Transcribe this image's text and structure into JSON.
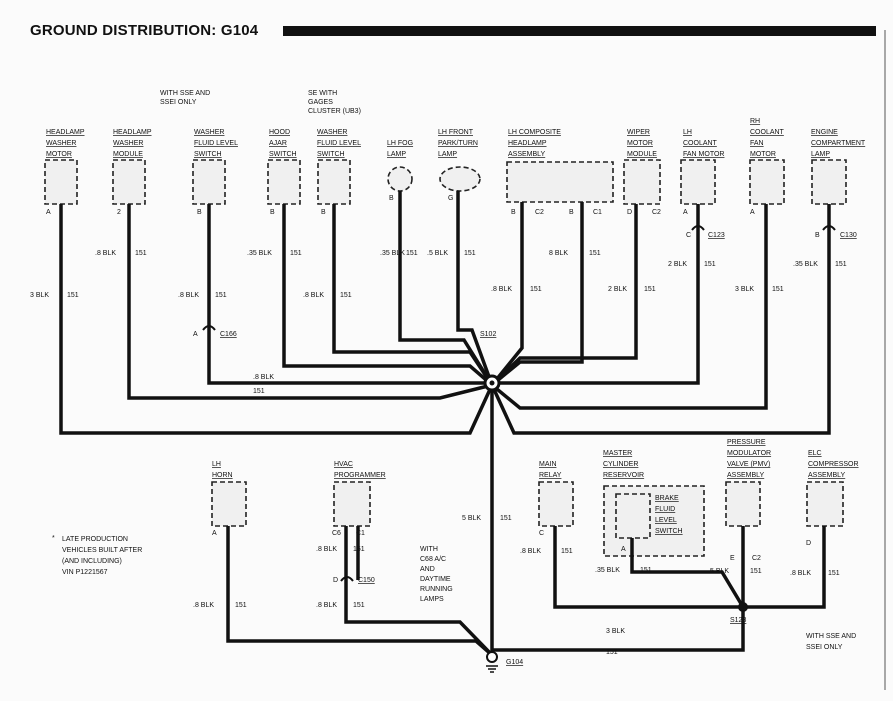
{
  "title": "GROUND DISTRIBUTION: G104",
  "notes": {
    "sse_ssei_only_top": [
      "WITH SSE AND",
      "SSEI ONLY"
    ],
    "se_with_gauges": [
      "SE WITH",
      "GAGES",
      "CLUSTER (UB3)"
    ],
    "late_production": [
      "LATE PRODUCTION",
      "VEHICLES BUILT AFTER",
      "(AND INCLUDING)",
      "VIN P1221567"
    ],
    "asterisk": "*",
    "with_c68": [
      "WITH",
      "C68 A/C",
      "AND",
      "DAYTIME",
      "RUNNING",
      "LAMPS"
    ],
    "sse_ssei_only_bottom": [
      "WITH SSE AND",
      "SSEI ONLY"
    ]
  },
  "components_top": [
    {
      "name": [
        "HEADLAMP",
        "WASHER",
        "MOTOR"
      ],
      "pin": "A",
      "wire_gauge": "3 BLK",
      "circuit": "151"
    },
    {
      "name": [
        "HEADLAMP",
        "WASHER",
        "MODULE"
      ],
      "pin": "2",
      "wire_gauge": ".8 BLK",
      "circuit": "151"
    },
    {
      "name": [
        "WASHER",
        "FLUID LEVEL",
        "SWITCH"
      ],
      "pin": "B",
      "wire_gauge": ".8 BLK",
      "circuit": "151",
      "connector": "C166",
      "connector_pin": "A"
    },
    {
      "name": [
        "HOOD",
        "AJAR",
        "SWITCH"
      ],
      "pin": "B",
      "wire_gauge": ".35 BLK",
      "circuit": "151"
    },
    {
      "name": [
        "WASHER",
        "FLUID LEVEL",
        "SWITCH"
      ],
      "pin": "B",
      "wire_gauge": ".8 BLK",
      "circuit": "151"
    },
    {
      "name": [
        "LH FOG",
        "LAMP"
      ],
      "pin": "B",
      "wire_gauge": ".35 BLK",
      "circuit": "151"
    },
    {
      "name": [
        "LH FRONT",
        "PARK/TURN",
        "LAMP"
      ],
      "pin": "G",
      "wire_gauge": ".5 BLK",
      "circuit": "151"
    },
    {
      "name": [
        "LH COMPOSITE",
        "HEADLAMP",
        "ASSEMBLY"
      ],
      "pins": [
        "B",
        "C2",
        "B",
        "C1"
      ],
      "wire_gauge": ".8 BLK",
      "circuit": "151",
      "wire_gauge2": "8 BLK",
      "circuit2": "151"
    },
    {
      "name": [
        "WIPER",
        "MOTOR",
        "MODULE"
      ],
      "pin": "D",
      "pin_conn": "C2",
      "wire_gauge": "2 BLK",
      "circuit": "151"
    },
    {
      "name": [
        "LH",
        "COOLANT",
        "FAN MOTOR"
      ],
      "pin": "A",
      "connector": "C123",
      "connector_pin": "C",
      "wire_gauge": "2 BLK",
      "circuit": "151"
    },
    {
      "name": [
        "RH",
        "COOLANT",
        "FAN",
        "MOTOR"
      ],
      "pin": "A",
      "wire_gauge": "3 BLK",
      "circuit": "151"
    },
    {
      "name": [
        "ENGINE",
        "COMPARTMENT",
        "LAMP"
      ],
      "connector": "C130",
      "connector_pin": "B",
      "wire_gauge": ".35 BLK",
      "circuit": "151"
    }
  ],
  "splice": {
    "name": "S102",
    "wire_gauge": ".8 BLK",
    "circuit": "151"
  },
  "trunk": {
    "wire_gauge": "5 BLK",
    "circuit": "151"
  },
  "components_bottom": [
    {
      "name": [
        "LH",
        "HORN"
      ],
      "pin": "A",
      "wire_gauge": ".8 BLK",
      "circuit": "151"
    },
    {
      "name": [
        "HVAC",
        "PROGRAMMER"
      ],
      "pins": [
        "C6",
        "C1"
      ],
      "wire_gauge": ".8 BLK",
      "circuit": "151",
      "connector": "C150",
      "connector_pin": "D",
      "wire_gauge2": ".8 BLK",
      "circuit2": "151"
    },
    {
      "name": [
        "MAIN",
        "RELAY"
      ],
      "pin": "C",
      "wire_gauge": ".8 BLK",
      "circuit": "151"
    },
    {
      "name": [
        "MASTER",
        "CYLINDER",
        "RESERVOIR"
      ],
      "inner": [
        "BRAKE",
        "FLUID",
        "LEVEL",
        "SWITCH"
      ],
      "pin": "A",
      "wire_gauge": ".35 BLK",
      "circuit": "151"
    },
    {
      "name": [
        "PRESSURE",
        "MODULATOR",
        "VALVE (PMV)",
        "ASSEMBLY"
      ],
      "pin": "E",
      "pin_conn": "C2",
      "wire_gauge": "5 BLK",
      "circuit": "151"
    },
    {
      "name": [
        "ELC",
        "COMPRESSOR",
        "ASSEMBLY"
      ],
      "pin": "D",
      "wire_gauge": ".8 BLK",
      "circuit": "151"
    }
  ],
  "splice_s123": {
    "name": "S123",
    "wire_gauge": "3 BLK",
    "circuit": "151"
  },
  "ground": {
    "name": "G104"
  }
}
